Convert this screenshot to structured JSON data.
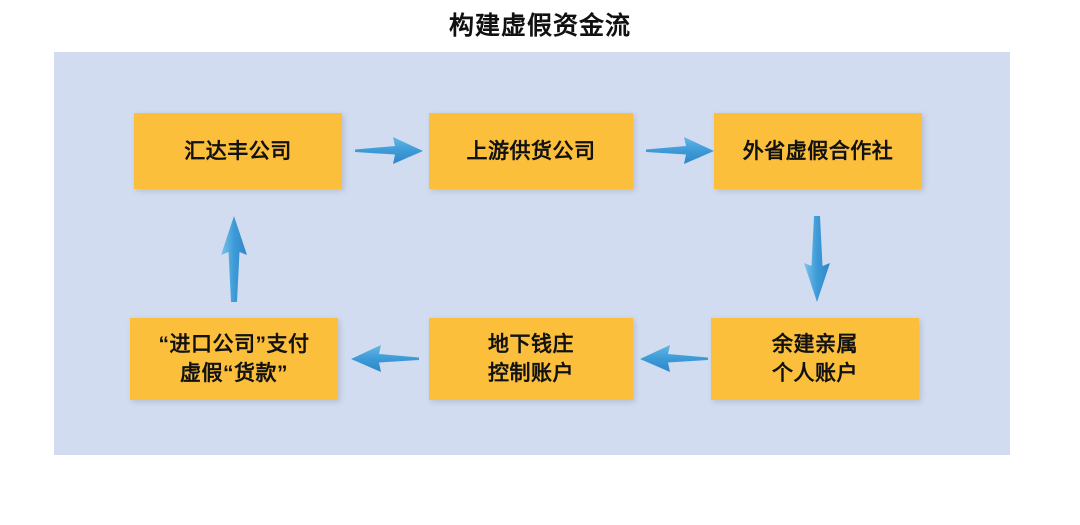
{
  "title": "构建虚假资金流",
  "colors": {
    "panel_background": "#d2dcf0",
    "node_fill": "#fbbf3c",
    "arrow": "#3d9bd8",
    "text": "#121212",
    "page_background": "#ffffff"
  },
  "diagram": {
    "type": "flowchart",
    "nodes": [
      {
        "id": "huidafeng",
        "label": "汇达丰公司",
        "row": "top",
        "column": 1
      },
      {
        "id": "supplier",
        "label": "上游供货公司",
        "row": "top",
        "column": 2
      },
      {
        "id": "coop",
        "label": "外省虚假合作社",
        "row": "top",
        "column": 3
      },
      {
        "id": "import",
        "label": "“进口公司”支付\n虚假“货款”",
        "row": "bottom",
        "column": 1
      },
      {
        "id": "underground",
        "label": "地下钱庄\n控制账户",
        "row": "bottom",
        "column": 2
      },
      {
        "id": "relative",
        "label": "余建亲属\n个人账户",
        "row": "bottom",
        "column": 3
      }
    ],
    "edges": [
      {
        "from": "huidafeng",
        "to": "supplier",
        "direction": "right"
      },
      {
        "from": "supplier",
        "to": "coop",
        "direction": "right"
      },
      {
        "from": "coop",
        "to": "relative",
        "direction": "down"
      },
      {
        "from": "relative",
        "to": "underground",
        "direction": "left"
      },
      {
        "from": "underground",
        "to": "import",
        "direction": "left"
      },
      {
        "from": "import",
        "to": "huidafeng",
        "direction": "up"
      }
    ]
  }
}
